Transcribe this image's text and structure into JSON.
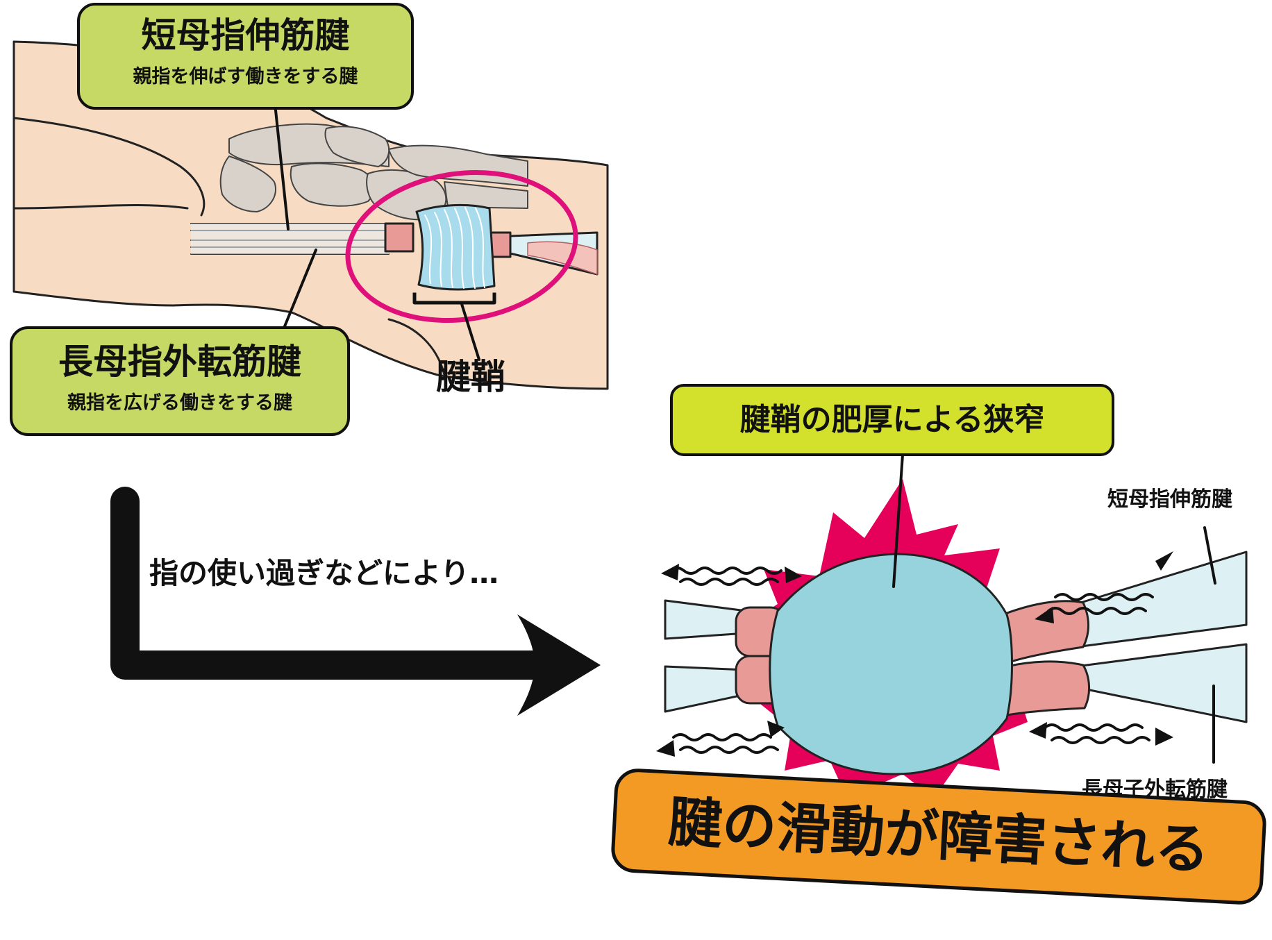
{
  "labels": {
    "epb": {
      "title": "短母指伸筋腱",
      "desc": "親指を伸ばす働きをする腱"
    },
    "apl": {
      "title": "長母指外転筋腱",
      "desc": "親指を広げる働きをする腱"
    },
    "sheath": "腱鞘",
    "cause": "指の使い過ぎなどにより…",
    "narrowing": "腱鞘の肥厚による狭窄",
    "epb_small": "短母指伸筋腱",
    "apl_small": "長母子外転筋腱",
    "result": "腱の滑動が障害される"
  },
  "colors": {
    "skin": "#f7dcc3",
    "bone": "#d9d2cb",
    "sheath": "#a8dced",
    "sheath_swollen": "#96d3dc",
    "muscle": "#e89a96",
    "tendon": "#ddf0f4",
    "burst": "#e5005a",
    "highlight_ring": "#e0107a",
    "label_green": "#c6d965",
    "label_lime": "#d3e02c",
    "label_orange": "#f39a25"
  }
}
